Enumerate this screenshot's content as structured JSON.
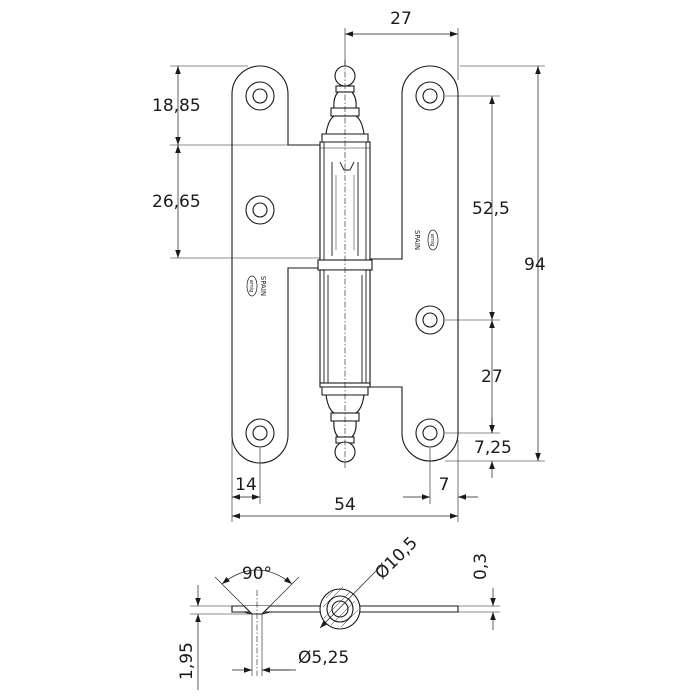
{
  "dimensions": {
    "pin_offset": "27",
    "top_hole_offset": "18,85",
    "left_spacing": "26,65",
    "right_spacing": "52,5",
    "overall_height": "94",
    "right_lower_spacing": "27",
    "bottom_offset": "7,25",
    "left_hole_edge": "14",
    "right_hole_edge": "7",
    "overall_width": "54",
    "countersink_angle": "90°",
    "knuckle_diameter": "Ø10,5",
    "pin_diameter": "Ø5,25",
    "leaf_thickness": "0,3",
    "countersink_depth": "1,95"
  },
  "stamps": {
    "left_country": "SPAIN",
    "right_country": "SPAIN",
    "logo": "amig"
  }
}
